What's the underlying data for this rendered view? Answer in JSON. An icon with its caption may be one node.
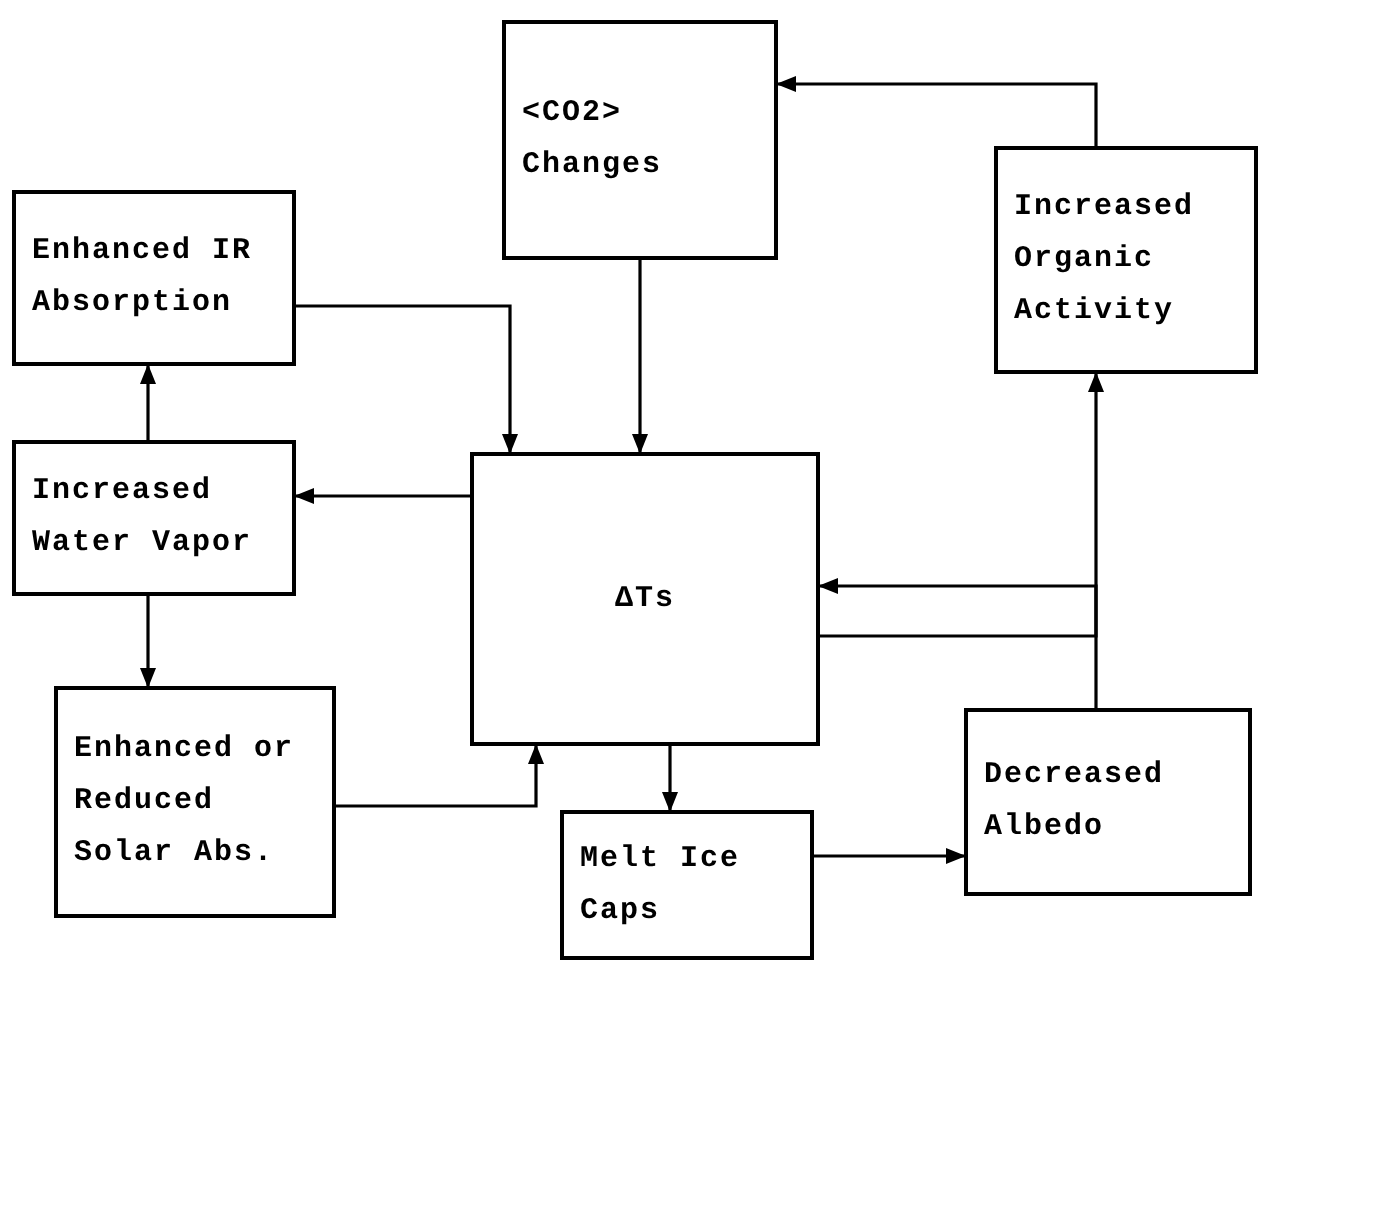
{
  "diagram": {
    "nodes": [
      {
        "text": [
          "<CO2> Changes"
        ]
      },
      {
        "text": [
          "Increased Organic Activity"
        ]
      },
      {
        "text": [
          "Enhanced IR Absorption"
        ]
      },
      {
        "text": [
          "ΔTs"
        ]
      },
      {
        "text": [
          "Increased Water Vapor"
        ]
      },
      {
        "text": [
          "Enhanced or Reduced Solar Abs."
        ]
      },
      {
        "text": [
          "Decreased Albedo"
        ]
      },
      {
        "text": [
          "Melt Ice Caps"
        ]
      }
    ],
    "edges": [
      {
        "from": 1,
        "to": 0,
        "arrow": "to"
      },
      {
        "from": 0,
        "to": 3,
        "arrow": "to"
      },
      {
        "from": 2,
        "to": 3,
        "arrow": "to"
      },
      {
        "from": 3,
        "to": 1,
        "arrow": "to"
      },
      {
        "from": 3,
        "to": 4,
        "arrow": "to"
      },
      {
        "from": 4,
        "to": 2,
        "arrow": "to"
      },
      {
        "from": 4,
        "to": 5,
        "arrow": "to"
      },
      {
        "from": 5,
        "to": 3,
        "arrow": "to"
      },
      {
        "from": 3,
        "to": 7,
        "arrow": "to"
      },
      {
        "from": 7,
        "to": 6,
        "arrow": "to"
      },
      {
        "from": 6,
        "to": 3,
        "arrow": "to"
      }
    ]
  }
}
